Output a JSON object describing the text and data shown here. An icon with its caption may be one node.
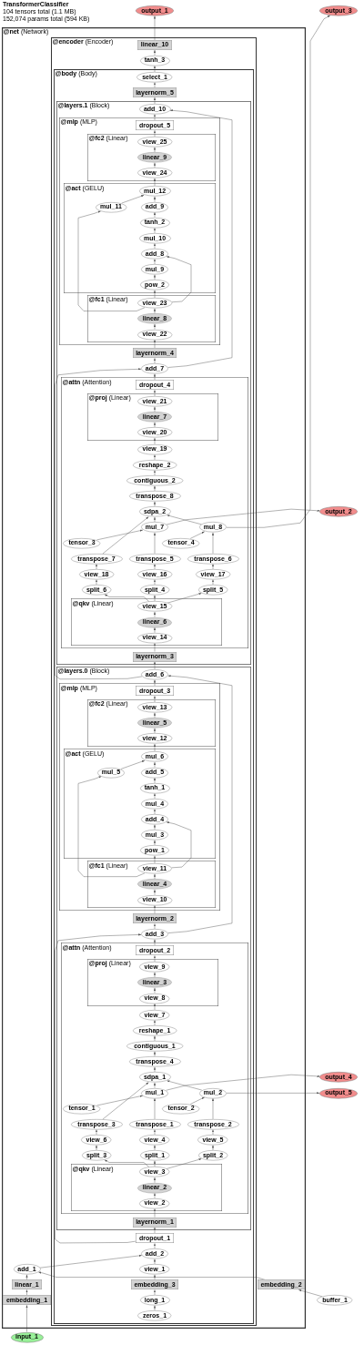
{
  "diagram": {
    "title": "TransformerClassifier",
    "labels": [
      "104 tensors total (1.1 MB)",
      "152,074 params total (594 KB)"
    ],
    "nodes": [
      {
        "text": [
          "output_3"
        ]
      },
      {
        "text": [
          "output_1"
        ]
      },
      {
        "text": [
          "@net",
          "(Network)"
        ]
      },
      {
        "text": [
          "@encoder",
          "(Encoder)"
        ],
        "in": 2
      },
      {
        "text": [
          "linear_10"
        ],
        "in": 3
      },
      {
        "text": [
          "tanh_3"
        ],
        "in": 3
      },
      {
        "text": [
          "@body",
          "(Body)"
        ],
        "in": 3
      },
      {
        "text": [
          "select_1"
        ],
        "in": 6
      },
      {
        "text": [
          "layernorm_5"
        ],
        "in": 6
      },
      {
        "text": [
          "@layers.1",
          "(Block)"
        ],
        "in": 6
      },
      {
        "text": [
          "add_10"
        ],
        "in": 9
      },
      {
        "text": [
          "@mlp",
          "(MLP)"
        ],
        "in": 9
      },
      {
        "text": [
          "dropout_5"
        ],
        "in": 11
      },
      {
        "text": [
          "@fc2",
          "(Linear)"
        ],
        "in": 11
      },
      {
        "text": [
          "view_25"
        ],
        "in": 13
      },
      {
        "text": [
          "linear_9"
        ],
        "in": 13
      },
      {
        "text": [
          "view_24"
        ],
        "in": 13
      },
      {
        "text": [
          "@act",
          "(GELU)"
        ],
        "in": 11
      },
      {
        "text": [
          "mul_12"
        ],
        "in": 17
      },
      {
        "text": [
          "mul_11"
        ],
        "in": 17
      },
      {
        "text": [
          "add_9"
        ],
        "in": 17
      },
      {
        "text": [
          "tanh_2"
        ],
        "in": 17
      },
      {
        "text": [
          "mul_10"
        ],
        "in": 17
      },
      {
        "text": [
          "add_8"
        ],
        "in": 17
      },
      {
        "text": [
          "mul_9"
        ],
        "in": 17
      },
      {
        "text": [
          "pow_2"
        ],
        "in": 17
      },
      {
        "text": [
          "@fc1",
          "(Linear)"
        ],
        "in": 11
      },
      {
        "text": [
          "view_23"
        ],
        "in": 26
      },
      {
        "text": [
          "linear_8"
        ],
        "in": 26
      },
      {
        "text": [
          "view_22"
        ],
        "in": 26
      },
      {
        "text": [
          "layernorm_4"
        ],
        "in": 9
      },
      {
        "text": [
          "add_7"
        ],
        "in": 9
      },
      {
        "text": [
          "@attn",
          "(Attention)"
        ],
        "in": 9
      },
      {
        "text": [
          "dropout_4"
        ],
        "in": 32
      },
      {
        "text": [
          "@proj",
          "(Linear)"
        ],
        "in": 32
      },
      {
        "text": [
          "view_21"
        ],
        "in": 34
      },
      {
        "text": [
          "linear_7"
        ],
        "in": 34
      },
      {
        "text": [
          "view_20"
        ],
        "in": 34
      },
      {
        "text": [
          "view_19"
        ],
        "in": 32
      },
      {
        "text": [
          "reshape_2"
        ],
        "in": 32
      },
      {
        "text": [
          "contiguous_2"
        ],
        "in": 32
      },
      {
        "text": [
          "transpose_8"
        ],
        "in": 32
      },
      {
        "text": [
          "sdpa_2"
        ],
        "in": 32
      },
      {
        "text": [
          "mul_7"
        ],
        "in": 32
      },
      {
        "text": [
          "mul_8"
        ],
        "in": 32
      },
      {
        "text": [
          "transpose_7"
        ],
        "in": 32
      },
      {
        "text": [
          "tensor_3"
        ],
        "in": 32
      },
      {
        "text": [
          "transpose_5"
        ],
        "in": 32
      },
      {
        "text": [
          "tensor_4"
        ],
        "in": 32
      },
      {
        "text": [
          "transpose_6"
        ],
        "in": 32
      },
      {
        "text": [
          "view_18"
        ],
        "in": 32
      },
      {
        "text": [
          "view_16"
        ],
        "in": 32
      },
      {
        "text": [
          "view_17"
        ],
        "in": 32
      },
      {
        "text": [
          "split_6"
        ],
        "in": 32
      },
      {
        "text": [
          "split_4"
        ],
        "in": 32
      },
      {
        "text": [
          "split_5"
        ],
        "in": 32
      },
      {
        "text": [
          "@qkv",
          "(Linear)"
        ],
        "in": 32
      },
      {
        "text": [
          "view_15"
        ],
        "in": 56
      },
      {
        "text": [
          "linear_6"
        ],
        "in": 56
      },
      {
        "text": [
          "view_14"
        ],
        "in": 56
      },
      {
        "text": [
          "layernorm_3"
        ],
        "in": 9
      },
      {
        "text": [
          "@layers.0",
          "(Block)"
        ],
        "in": 6
      },
      {
        "text": [
          "add_6"
        ],
        "in": 61
      },
      {
        "text": [
          "@mlp",
          "(MLP)"
        ],
        "in": 61
      },
      {
        "text": [
          "dropout_3"
        ],
        "in": 63
      },
      {
        "text": [
          "@fc2",
          "(Linear)"
        ],
        "in": 63
      },
      {
        "text": [
          "view_13"
        ],
        "in": 65
      },
      {
        "text": [
          "linear_5"
        ],
        "in": 65
      },
      {
        "text": [
          "view_12"
        ],
        "in": 65
      },
      {
        "text": [
          "@act",
          "(GELU)"
        ],
        "in": 63
      },
      {
        "text": [
          "mul_6"
        ],
        "in": 69
      },
      {
        "text": [
          "mul_5"
        ],
        "in": 69
      },
      {
        "text": [
          "add_5"
        ],
        "in": 69
      },
      {
        "text": [
          "tanh_1"
        ],
        "in": 69
      },
      {
        "text": [
          "mul_4"
        ],
        "in": 69
      },
      {
        "text": [
          "add_4"
        ],
        "in": 69
      },
      {
        "text": [
          "mul_3"
        ],
        "in": 69
      },
      {
        "text": [
          "pow_1"
        ],
        "in": 69
      },
      {
        "text": [
          "@fc1",
          "(Linear)"
        ],
        "in": 63
      },
      {
        "text": [
          "view_11"
        ],
        "in": 78
      },
      {
        "text": [
          "linear_4"
        ],
        "in": 78
      },
      {
        "text": [
          "view_10"
        ],
        "in": 78
      },
      {
        "text": [
          "layernorm_2"
        ],
        "in": 61
      },
      {
        "text": [
          "add_3"
        ],
        "in": 61
      },
      {
        "text": [
          "@attn",
          "(Attention)"
        ],
        "in": 61
      },
      {
        "text": [
          "dropout_2"
        ],
        "in": 84
      },
      {
        "text": [
          "@proj",
          "(Linear)"
        ],
        "in": 84
      },
      {
        "text": [
          "view_9"
        ],
        "in": 86
      },
      {
        "text": [
          "linear_3"
        ],
        "in": 86
      },
      {
        "text": [
          "view_8"
        ],
        "in": 86
      },
      {
        "text": [
          "view_7"
        ],
        "in": 84
      },
      {
        "text": [
          "reshape_1"
        ],
        "in": 84
      },
      {
        "text": [
          "contiguous_1"
        ],
        "in": 84
      },
      {
        "text": [
          "transpose_4"
        ],
        "in": 84
      },
      {
        "text": [
          "sdpa_1"
        ],
        "in": 84
      },
      {
        "text": [
          "mul_1"
        ],
        "in": 84
      },
      {
        "text": [
          "mul_2"
        ],
        "in": 84
      },
      {
        "text": [
          "transpose_3"
        ],
        "in": 84
      },
      {
        "text": [
          "tensor_1"
        ],
        "in": 84
      },
      {
        "text": [
          "transpose_1"
        ],
        "in": 84
      },
      {
        "text": [
          "tensor_2"
        ],
        "in": 84
      },
      {
        "text": [
          "transpose_2"
        ],
        "in": 84
      },
      {
        "text": [
          "view_6"
        ],
        "in": 84
      },
      {
        "text": [
          "view_4"
        ],
        "in": 84
      },
      {
        "text": [
          "view_5"
        ],
        "in": 84
      },
      {
        "text": [
          "split_3"
        ],
        "in": 84
      },
      {
        "text": [
          "split_1"
        ],
        "in": 84
      },
      {
        "text": [
          "split_2"
        ],
        "in": 84
      },
      {
        "text": [
          "@qkv",
          "(Linear)"
        ],
        "in": 84
      },
      {
        "text": [
          "view_3"
        ],
        "in": 108
      },
      {
        "text": [
          "linear_2"
        ],
        "in": 108
      },
      {
        "text": [
          "view_2"
        ],
        "in": 108
      },
      {
        "text": [
          "layernorm_1"
        ],
        "in": 61
      },
      {
        "text": [
          "dropout_1"
        ],
        "in": 6
      },
      {
        "text": [
          "add_2"
        ],
        "in": 6
      },
      {
        "text": [
          "view_1"
        ],
        "in": 6
      },
      {
        "text": [
          "embedding_3"
        ],
        "in": 6
      },
      {
        "text": [
          "long_1"
        ],
        "in": 6
      },
      {
        "text": [
          "zeros_1"
        ],
        "in": 6
      },
      {
        "text": [
          "add_1"
        ],
        "in": 2
      },
      {
        "text": [
          "linear_1"
        ],
        "in": 2
      },
      {
        "text": [
          "embedding_1"
        ],
        "in": 2
      },
      {
        "text": [
          "embedding_2"
        ],
        "in": 2
      },
      {
        "text": [
          "output_2"
        ]
      },
      {
        "text": [
          "output_4"
        ]
      },
      {
        "text": [
          "output_5"
        ]
      },
      {
        "text": [
          "buffer_1"
        ]
      },
      {
        "text": [
          "input_1"
        ]
      }
    ],
    "edges": [
      {
        "from": 4,
        "to": 1,
        "arrow": "to"
      },
      {
        "from": 5,
        "to": 4,
        "arrow": "to"
      },
      {
        "from": 7,
        "to": 5,
        "arrow": "to"
      },
      {
        "from": 8,
        "to": 7,
        "arrow": "to"
      },
      {
        "from": 10,
        "to": 8,
        "arrow": "to"
      },
      {
        "from": 12,
        "to": 10,
        "arrow": "to"
      },
      {
        "from": 31,
        "to": 10,
        "arrow": "to"
      },
      {
        "from": 14,
        "to": 12,
        "arrow": "to"
      },
      {
        "from": 15,
        "to": 14,
        "arrow": "to"
      },
      {
        "from": 16,
        "to": 15,
        "arrow": "to"
      },
      {
        "from": 18,
        "to": 16,
        "arrow": "to"
      },
      {
        "from": 19,
        "to": 18,
        "arrow": "to"
      },
      {
        "from": 20,
        "to": 18,
        "arrow": "to"
      },
      {
        "from": 21,
        "to": 20,
        "arrow": "to"
      },
      {
        "from": 22,
        "to": 21,
        "arrow": "to"
      },
      {
        "from": 23,
        "to": 22,
        "arrow": "to"
      },
      {
        "from": 24,
        "to": 23,
        "arrow": "to"
      },
      {
        "from": 25,
        "to": 24,
        "arrow": "to"
      },
      {
        "from": 27,
        "to": 25,
        "arrow": "to"
      },
      {
        "from": 27,
        "to": 19,
        "arrow": "to"
      },
      {
        "from": 27,
        "to": 23,
        "arrow": "to"
      },
      {
        "from": 28,
        "to": 27,
        "arrow": "to"
      },
      {
        "from": 29,
        "to": 28,
        "arrow": "to"
      },
      {
        "from": 30,
        "to": 29,
        "arrow": "to"
      },
      {
        "from": 31,
        "to": 30,
        "arrow": "to"
      },
      {
        "from": 33,
        "to": 31,
        "arrow": "to"
      },
      {
        "from": 62,
        "to": 31,
        "arrow": "to"
      },
      {
        "from": 35,
        "to": 33,
        "arrow": "to"
      },
      {
        "from": 36,
        "to": 35,
        "arrow": "to"
      },
      {
        "from": 37,
        "to": 36,
        "arrow": "to"
      },
      {
        "from": 38,
        "to": 37,
        "arrow": "to"
      },
      {
        "from": 39,
        "to": 38,
        "arrow": "to"
      },
      {
        "from": 40,
        "to": 39,
        "arrow": "to"
      },
      {
        "from": 41,
        "to": 40,
        "arrow": "to"
      },
      {
        "from": 42,
        "to": 41,
        "arrow": "to"
      },
      {
        "from": 45,
        "to": 42,
        "arrow": "to"
      },
      {
        "from": 43,
        "to": 42,
        "arrow": "to"
      },
      {
        "from": 44,
        "to": 42,
        "arrow": "to"
      },
      {
        "from": 43,
        "to": 123,
        "arrow": "to"
      },
      {
        "from": 44,
        "to": 0,
        "arrow": "to"
      },
      {
        "from": 46,
        "to": 43,
        "arrow": "to"
      },
      {
        "from": 47,
        "to": 43,
        "arrow": "to"
      },
      {
        "from": 48,
        "to": 44,
        "arrow": "to"
      },
      {
        "from": 49,
        "to": 44,
        "arrow": "to"
      },
      {
        "from": 50,
        "to": 45,
        "arrow": "to"
      },
      {
        "from": 51,
        "to": 47,
        "arrow": "to"
      },
      {
        "from": 52,
        "to": 49,
        "arrow": "to"
      },
      {
        "from": 53,
        "to": 50,
        "arrow": "to"
      },
      {
        "from": 54,
        "to": 51,
        "arrow": "to"
      },
      {
        "from": 55,
        "to": 52,
        "arrow": "to"
      },
      {
        "from": 57,
        "to": 53,
        "arrow": "to"
      },
      {
        "from": 57,
        "to": 54,
        "arrow": "to"
      },
      {
        "from": 57,
        "to": 55,
        "arrow": "to"
      },
      {
        "from": 58,
        "to": 57,
        "arrow": "to"
      },
      {
        "from": 59,
        "to": 58,
        "arrow": "to"
      },
      {
        "from": 60,
        "to": 59,
        "arrow": "to"
      },
      {
        "from": 62,
        "to": 60,
        "arrow": "to"
      },
      {
        "from": 64,
        "to": 62,
        "arrow": "to"
      },
      {
        "from": 83,
        "to": 62,
        "arrow": "to"
      },
      {
        "from": 66,
        "to": 64,
        "arrow": "to"
      },
      {
        "from": 67,
        "to": 66,
        "arrow": "to"
      },
      {
        "from": 68,
        "to": 67,
        "arrow": "to"
      },
      {
        "from": 70,
        "to": 68,
        "arrow": "to"
      },
      {
        "from": 71,
        "to": 70,
        "arrow": "to"
      },
      {
        "from": 72,
        "to": 70,
        "arrow": "to"
      },
      {
        "from": 73,
        "to": 72,
        "arrow": "to"
      },
      {
        "from": 74,
        "to": 73,
        "arrow": "to"
      },
      {
        "from": 75,
        "to": 74,
        "arrow": "to"
      },
      {
        "from": 76,
        "to": 75,
        "arrow": "to"
      },
      {
        "from": 77,
        "to": 76,
        "arrow": "to"
      },
      {
        "from": 79,
        "to": 77,
        "arrow": "to"
      },
      {
        "from": 79,
        "to": 71,
        "arrow": "to"
      },
      {
        "from": 79,
        "to": 75,
        "arrow": "to"
      },
      {
        "from": 80,
        "to": 79,
        "arrow": "to"
      },
      {
        "from": 81,
        "to": 80,
        "arrow": "to"
      },
      {
        "from": 82,
        "to": 81,
        "arrow": "to"
      },
      {
        "from": 83,
        "to": 82,
        "arrow": "to"
      },
      {
        "from": 85,
        "to": 83,
        "arrow": "to"
      },
      {
        "from": 113,
        "to": 83,
        "arrow": "to"
      },
      {
        "from": 87,
        "to": 85,
        "arrow": "to"
      },
      {
        "from": 88,
        "to": 87,
        "arrow": "to"
      },
      {
        "from": 89,
        "to": 88,
        "arrow": "to"
      },
      {
        "from": 90,
        "to": 89,
        "arrow": "to"
      },
      {
        "from": 91,
        "to": 90,
        "arrow": "to"
      },
      {
        "from": 92,
        "to": 91,
        "arrow": "to"
      },
      {
        "from": 93,
        "to": 92,
        "arrow": "to"
      },
      {
        "from": 94,
        "to": 93,
        "arrow": "to"
      },
      {
        "from": 97,
        "to": 94,
        "arrow": "to"
      },
      {
        "from": 95,
        "to": 94,
        "arrow": "to"
      },
      {
        "from": 96,
        "to": 94,
        "arrow": "to"
      },
      {
        "from": 95,
        "to": 124,
        "arrow": "to"
      },
      {
        "from": 96,
        "to": 125,
        "arrow": "to"
      },
      {
        "from": 98,
        "to": 95,
        "arrow": "to"
      },
      {
        "from": 99,
        "to": 95,
        "arrow": "to"
      },
      {
        "from": 100,
        "to": 96,
        "arrow": "to"
      },
      {
        "from": 101,
        "to": 96,
        "arrow": "to"
      },
      {
        "from": 102,
        "to": 97,
        "arrow": "to"
      },
      {
        "from": 103,
        "to": 99,
        "arrow": "to"
      },
      {
        "from": 104,
        "to": 101,
        "arrow": "to"
      },
      {
        "from": 105,
        "to": 102,
        "arrow": "to"
      },
      {
        "from": 106,
        "to": 103,
        "arrow": "to"
      },
      {
        "from": 107,
        "to": 104,
        "arrow": "to"
      },
      {
        "from": 109,
        "to": 105,
        "arrow": "to"
      },
      {
        "from": 109,
        "to": 106,
        "arrow": "to"
      },
      {
        "from": 109,
        "to": 107,
        "arrow": "to"
      },
      {
        "from": 110,
        "to": 109,
        "arrow": "to"
      },
      {
        "from": 111,
        "to": 110,
        "arrow": "to"
      },
      {
        "from": 112,
        "to": 111,
        "arrow": "to"
      },
      {
        "from": 113,
        "to": 112,
        "arrow": "to"
      },
      {
        "from": 114,
        "to": 113,
        "arrow": "to"
      },
      {
        "from": 115,
        "to": 114,
        "arrow": "to"
      },
      {
        "from": 119,
        "to": 114,
        "arrow": "to"
      },
      {
        "from": 116,
        "to": 115,
        "arrow": "to"
      },
      {
        "from": 117,
        "to": 116,
        "arrow": "to"
      },
      {
        "from": 118,
        "to": 117,
        "arrow": "to"
      },
      {
        "from": 120,
        "to": 119,
        "arrow": "to"
      },
      {
        "from": 122,
        "to": 119,
        "arrow": "to"
      },
      {
        "from": 121,
        "to": 120,
        "arrow": "to"
      },
      {
        "from": 127,
        "to": 121,
        "arrow": "to"
      },
      {
        "from": 126,
        "to": 122,
        "arrow": "to"
      }
    ]
  }
}
